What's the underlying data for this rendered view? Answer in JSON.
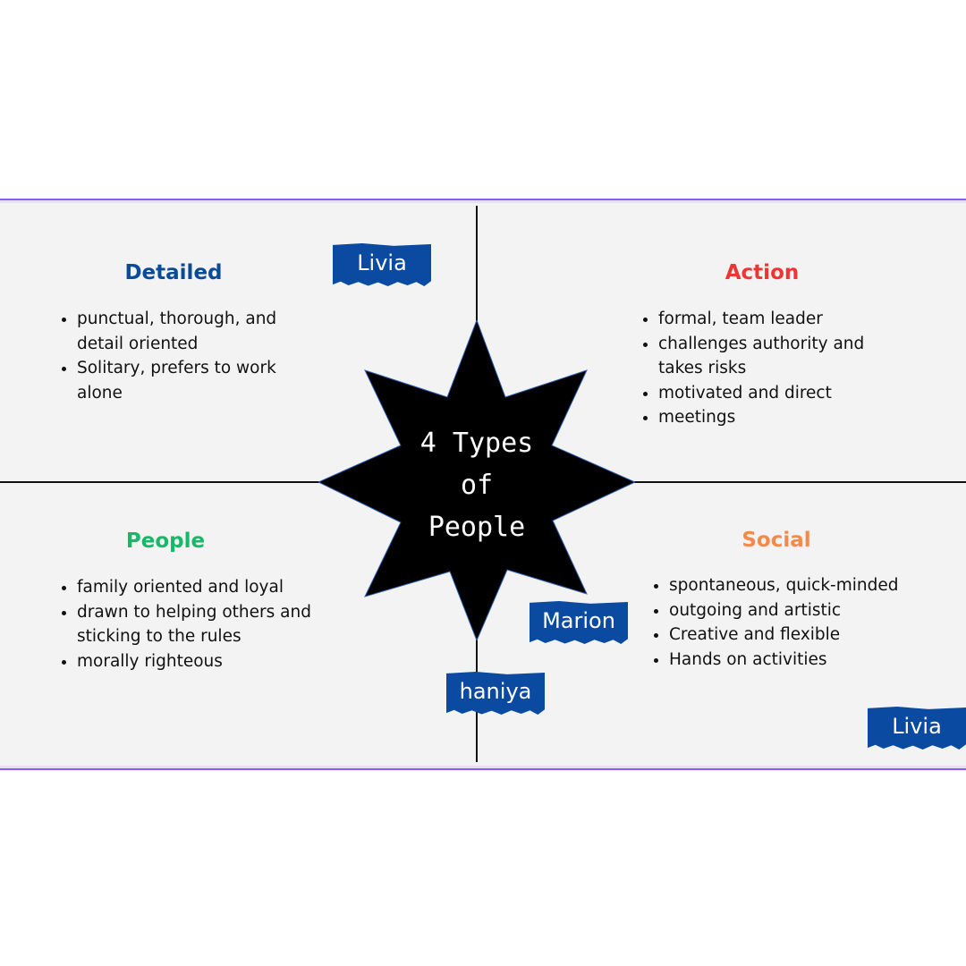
{
  "center": {
    "line1": "4 Types",
    "line2": "of",
    "line3": "People"
  },
  "quadrants": {
    "detailed": {
      "title": "Detailed",
      "color": "#0b4a96",
      "items": [
        "punctual, thorough, and detail oriented",
        "Solitary, prefers to work alone"
      ]
    },
    "action": {
      "title": "Action",
      "color": "#ee3535",
      "items": [
        "formal, team leader",
        "challenges authority and takes risks",
        "motivated and direct",
        "meetings"
      ]
    },
    "people": {
      "title": "People",
      "color": "#17b86a",
      "items": [
        "family oriented and loyal",
        "drawn to helping others and sticking to the rules",
        "morally righteous"
      ]
    },
    "social": {
      "title": "Social",
      "color": "#f5894a",
      "items": [
        "spontaneous, quick-minded",
        "outgoing and artistic",
        "Creative and flexible",
        "Hands on activities"
      ]
    }
  },
  "tags": {
    "top": "Livia",
    "marion": "Marion",
    "haniya": "haniya",
    "bottom": "Livia"
  }
}
